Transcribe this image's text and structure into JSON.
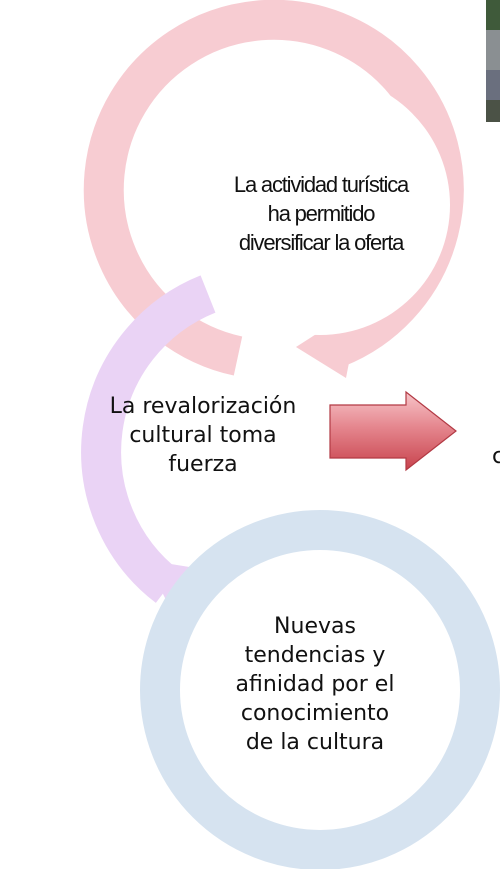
{
  "diagram": {
    "steps": [
      {
        "label": "La actividad turística\nha permitido\ndiversificar la oferta",
        "color": "#f7ccd2"
      },
      {
        "label": "La revalorización\ncultural toma\nfuerza",
        "color": "#ead3f5"
      },
      {
        "label": "Nuevas\ntendencias y\nafinidad por el\nconocimiento\nde la cultura",
        "color": "#d6e3f0"
      }
    ],
    "arrow_color": "#d9656e",
    "clipped_text": "c"
  }
}
